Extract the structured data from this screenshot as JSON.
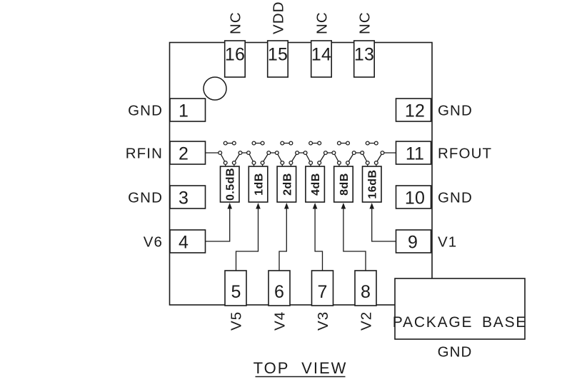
{
  "title": {
    "text": "TOP VIEW"
  },
  "package_base": {
    "label": "PACKAGE BASE",
    "ground": "GND"
  },
  "attenuators": {
    "values": [
      "0.5dB",
      "1dB",
      "2dB",
      "4dB",
      "8dB",
      "16dB"
    ]
  },
  "pins": {
    "top": [
      {
        "number": "16",
        "label": "NC"
      },
      {
        "number": "15",
        "label": "VDD"
      },
      {
        "number": "14",
        "label": "NC"
      },
      {
        "number": "13",
        "label": "NC"
      }
    ],
    "left": [
      {
        "number": "1",
        "label": "GND"
      },
      {
        "number": "2",
        "label": "RFIN"
      },
      {
        "number": "3",
        "label": "GND"
      },
      {
        "number": "4",
        "label": "V6"
      }
    ],
    "right": [
      {
        "number": "12",
        "label": "GND"
      },
      {
        "number": "11",
        "label": "RFOUT"
      },
      {
        "number": "10",
        "label": "GND"
      },
      {
        "number": "9",
        "label": "V1"
      }
    ],
    "bottom": [
      {
        "number": "5",
        "label": "V5"
      },
      {
        "number": "6",
        "label": "V4"
      },
      {
        "number": "7",
        "label": "V3"
      },
      {
        "number": "8",
        "label": "V2"
      }
    ]
  },
  "colors": {
    "ink": "#1b1b1b",
    "background": "#ffffff"
  }
}
